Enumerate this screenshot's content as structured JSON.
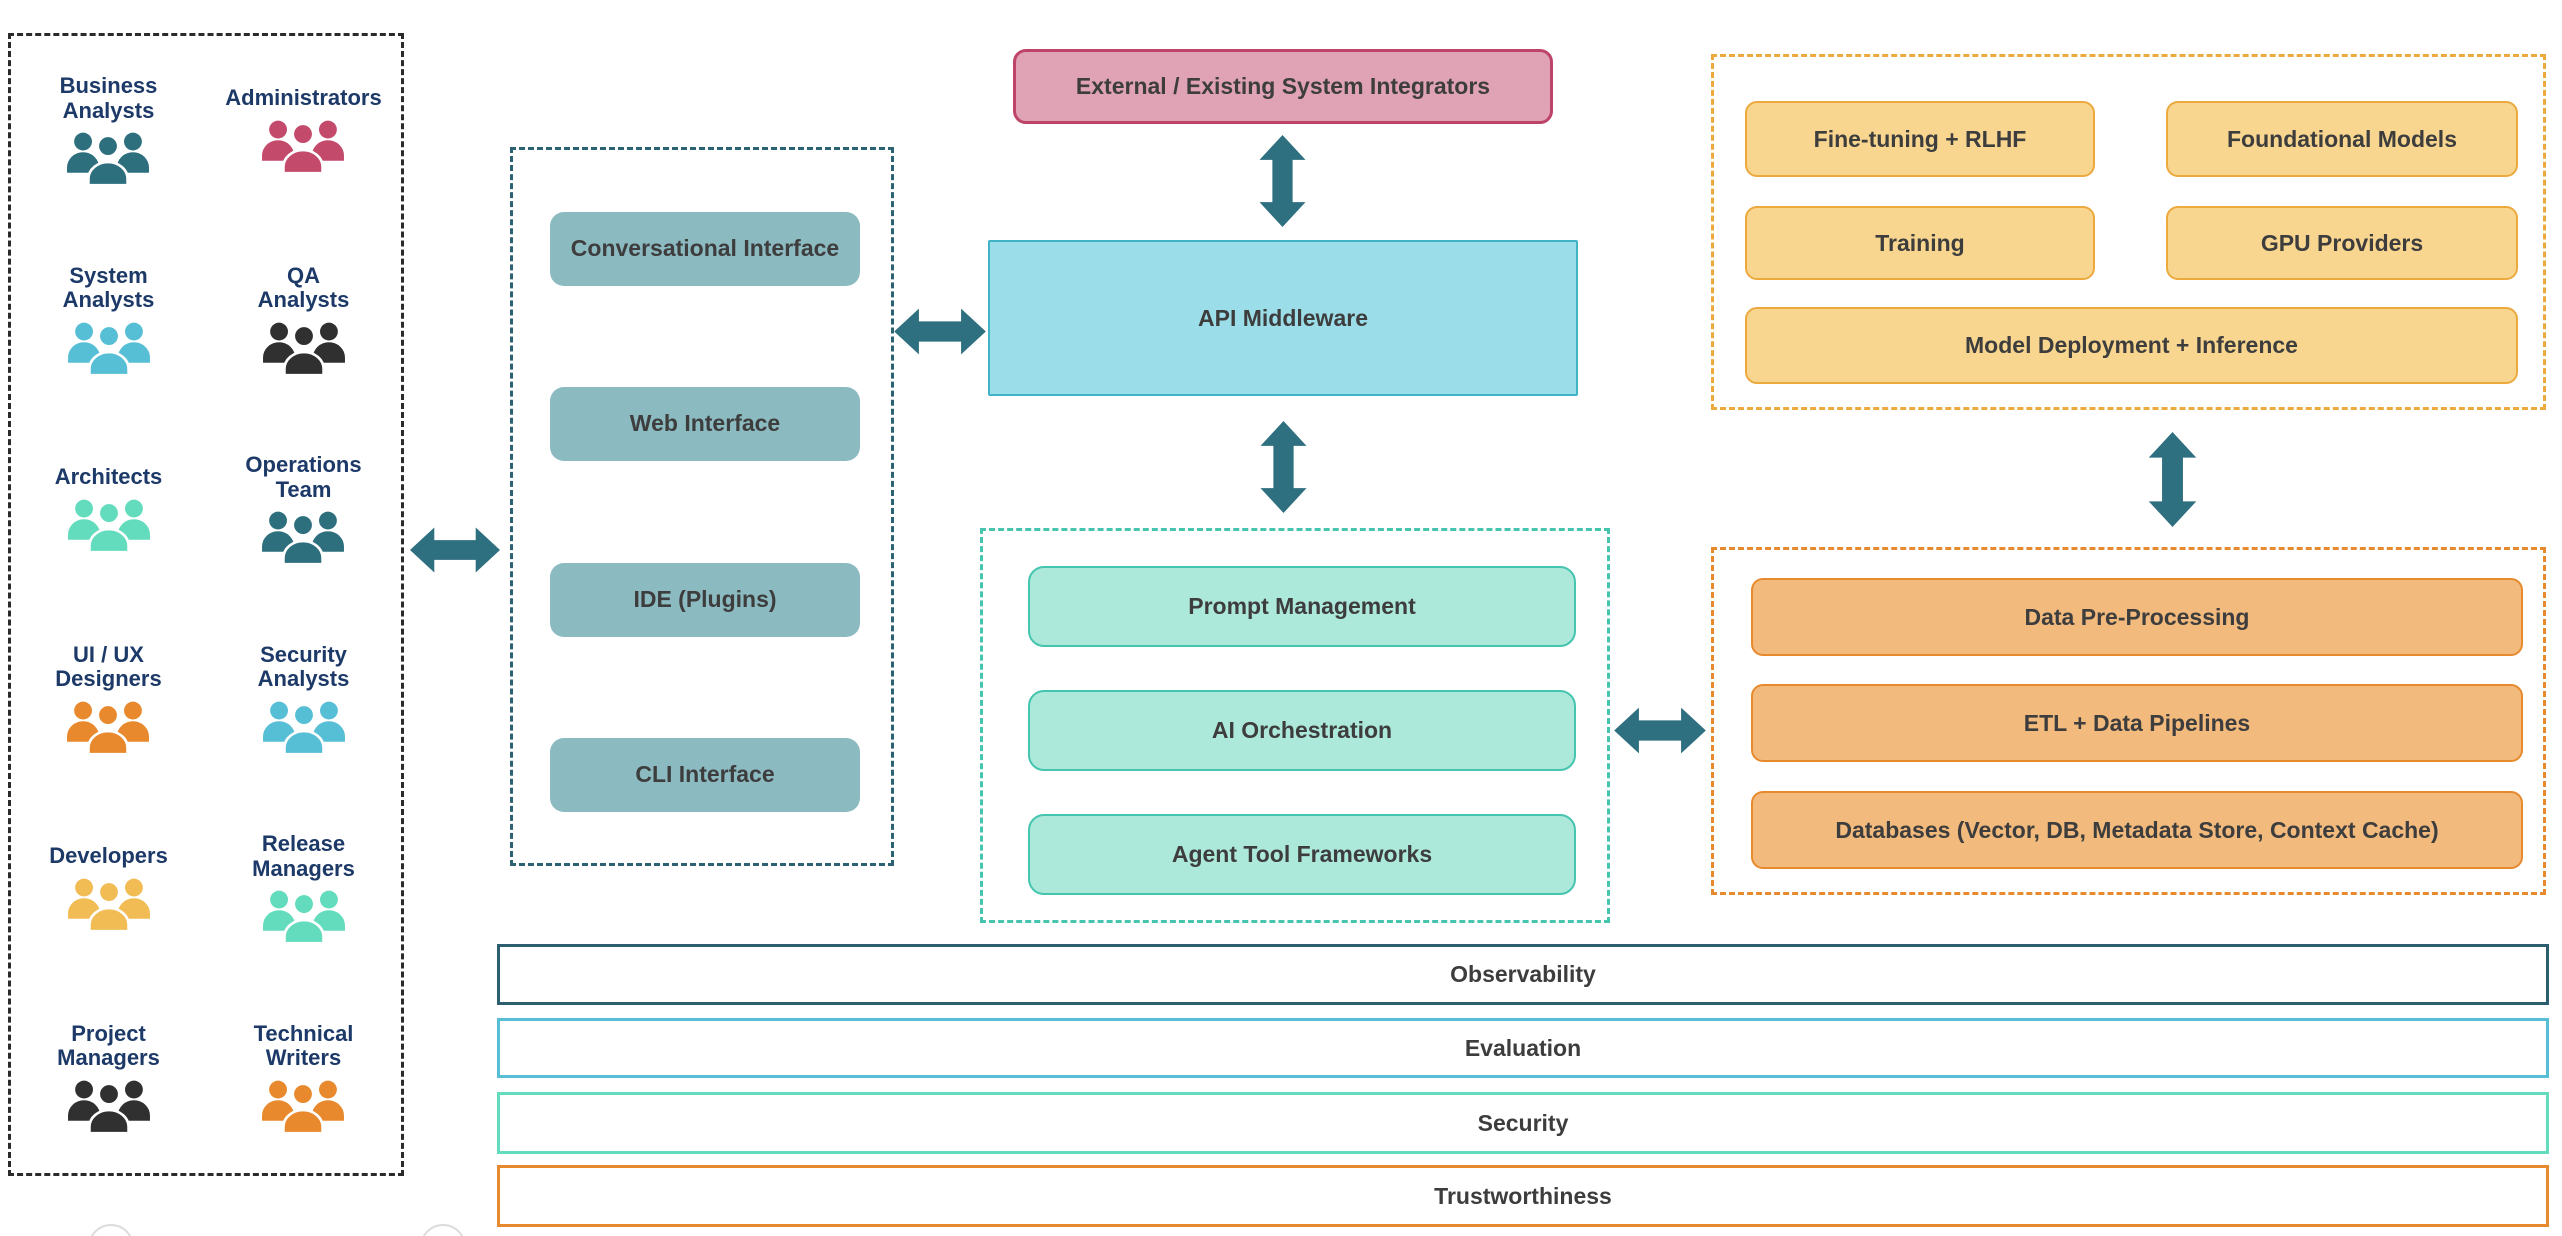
{
  "personas": {
    "items": [
      {
        "label": "Business\nAnalysts",
        "color": "#2E6F7E"
      },
      {
        "label": "Administrators",
        "color": "#C44A6C"
      },
      {
        "label": "System\nAnalysts",
        "color": "#57BFD5"
      },
      {
        "label": "QA\nAnalysts",
        "color": "#303030"
      },
      {
        "label": "Architects",
        "color": "#62DCBC"
      },
      {
        "label": "Operations\nTeam",
        "color": "#2E6F7E"
      },
      {
        "label": "UI / UX\nDesigners",
        "color": "#E8892E"
      },
      {
        "label": "Security\nAnalysts",
        "color": "#57BFD5"
      },
      {
        "label": "Developers",
        "color": "#F2BC55"
      },
      {
        "label": "Release\nManagers",
        "color": "#62DCBC"
      },
      {
        "label": "Project\nManagers",
        "color": "#303030"
      },
      {
        "label": "Technical\nWriters",
        "color": "#E8892E"
      }
    ]
  },
  "interfaces": {
    "items": [
      "Conversational Interface",
      "Web Interface",
      "IDE (Plugins)",
      "CLI Interface"
    ]
  },
  "external": {
    "label": "External / Existing System Integrators"
  },
  "api": {
    "label": "API Middleware"
  },
  "orchestration": {
    "items": [
      "Prompt Management",
      "AI Orchestration",
      "Agent Tool Frameworks"
    ]
  },
  "models": {
    "items": [
      "Fine-tuning + RLHF",
      "Foundational Models",
      "Training",
      "GPU Providers",
      "Model Deployment + Inference"
    ]
  },
  "data_layer": {
    "items": [
      "Data Pre-Processing",
      "ETL + Data Pipelines",
      "Databases (Vector, DB, Metadata Store, Context Cache)"
    ]
  },
  "cross_cutting": {
    "items": [
      {
        "label": "Observability",
        "border": "#2C5E70"
      },
      {
        "label": "Evaluation",
        "border": "#57BFD5"
      },
      {
        "label": "Security",
        "border": "#62DCBC"
      },
      {
        "label": "Trustworthiness",
        "border": "#E78A2E"
      }
    ]
  },
  "colors": {
    "arrow": "#2E6F80",
    "persona_text": "#1C3968",
    "box_text": "#3D3D3D",
    "interface_fill": "#8CBAC1",
    "external_fill": "#DFA3B5",
    "external_border": "#BE4368",
    "api_fill": "#9BDDE8",
    "api_border": "#41B3C6",
    "orchestration_accent": "#45C4AE",
    "orchestration_fill": "#ADE9DB",
    "models_accent": "#EBA93E",
    "models_fill": "#F8D68F",
    "data_accent": "#E78A2E",
    "data_fill": "#F2BA7D"
  }
}
